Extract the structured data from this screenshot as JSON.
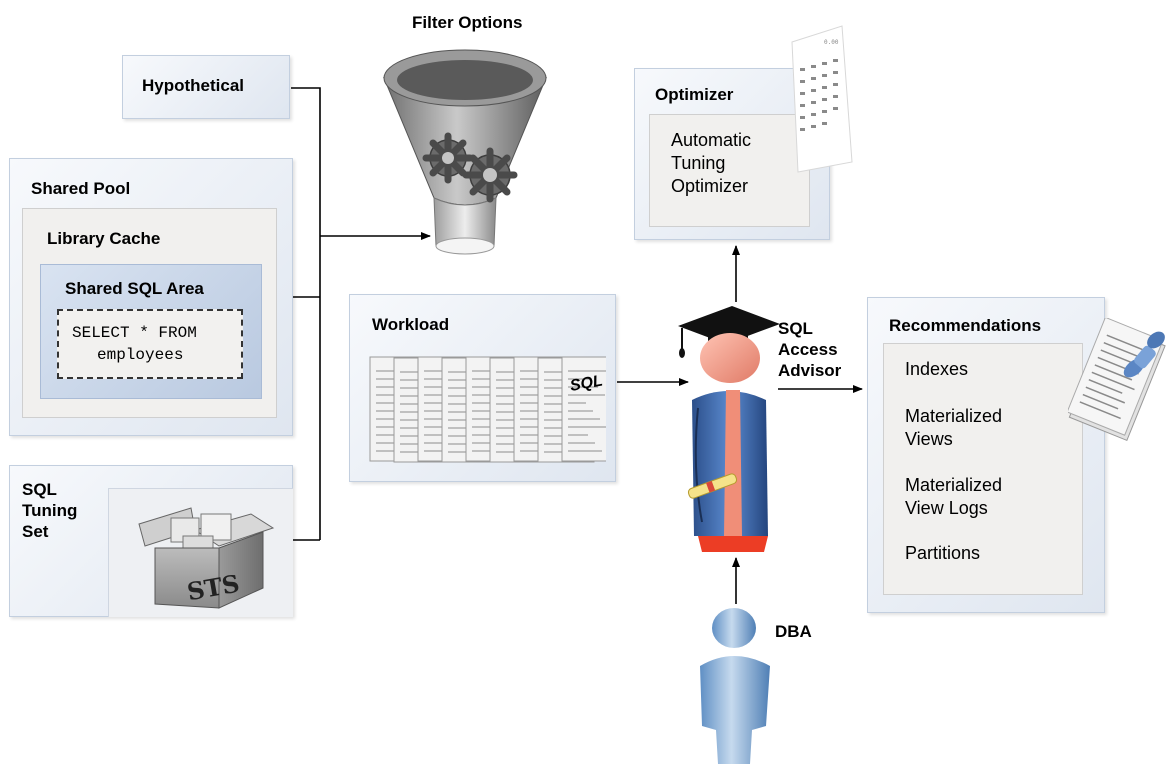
{
  "labels": {
    "hypothetical": "Hypothetical",
    "shared_pool": "Shared Pool",
    "library_cache": "Library Cache",
    "shared_sql_area": "Shared SQL Area",
    "sql_line1": "SELECT * FROM",
    "sql_line2": "employees",
    "sql_tuning_set": [
      "SQL",
      "Tuning",
      "Set"
    ],
    "sts_box_text": "STS",
    "filter_options": "Filter Options",
    "workload": "Workload",
    "workload_doc_text": "SQL",
    "optimizer": "Optimizer",
    "automatic_tuning_optimizer": [
      "Automatic",
      "Tuning",
      "Optimizer"
    ],
    "sql_access_advisor": [
      "SQL",
      "Access",
      "Advisor"
    ],
    "dba": "DBA",
    "recommendations": "Recommendations",
    "recommendation_items": [
      [
        "Indexes"
      ],
      [
        "Materialized",
        "Views"
      ],
      [
        "Materialized",
        "View Logs"
      ],
      [
        "Partitions"
      ]
    ]
  },
  "colors": {
    "panel_gradient_start": "#f7f9fc",
    "panel_gradient_end": "#dfe6f0",
    "inner_gray": "#f1f0ee",
    "sql_area_blue": "#c4d2e6",
    "advisor_robe_blue": "#3f6eb0",
    "advisor_head_salmon": "#f4a08e",
    "dba_blue": "#8fb3d9"
  },
  "icons": {
    "funnel": "funnel-gears-icon",
    "box": "sts-box-icon",
    "documents": "sql-documents-icon",
    "advisor": "graduate-person-icon",
    "dba": "person-icon",
    "notes": "pinned-notes-icon",
    "optimizer_sheet": "spreadsheet-icon"
  }
}
